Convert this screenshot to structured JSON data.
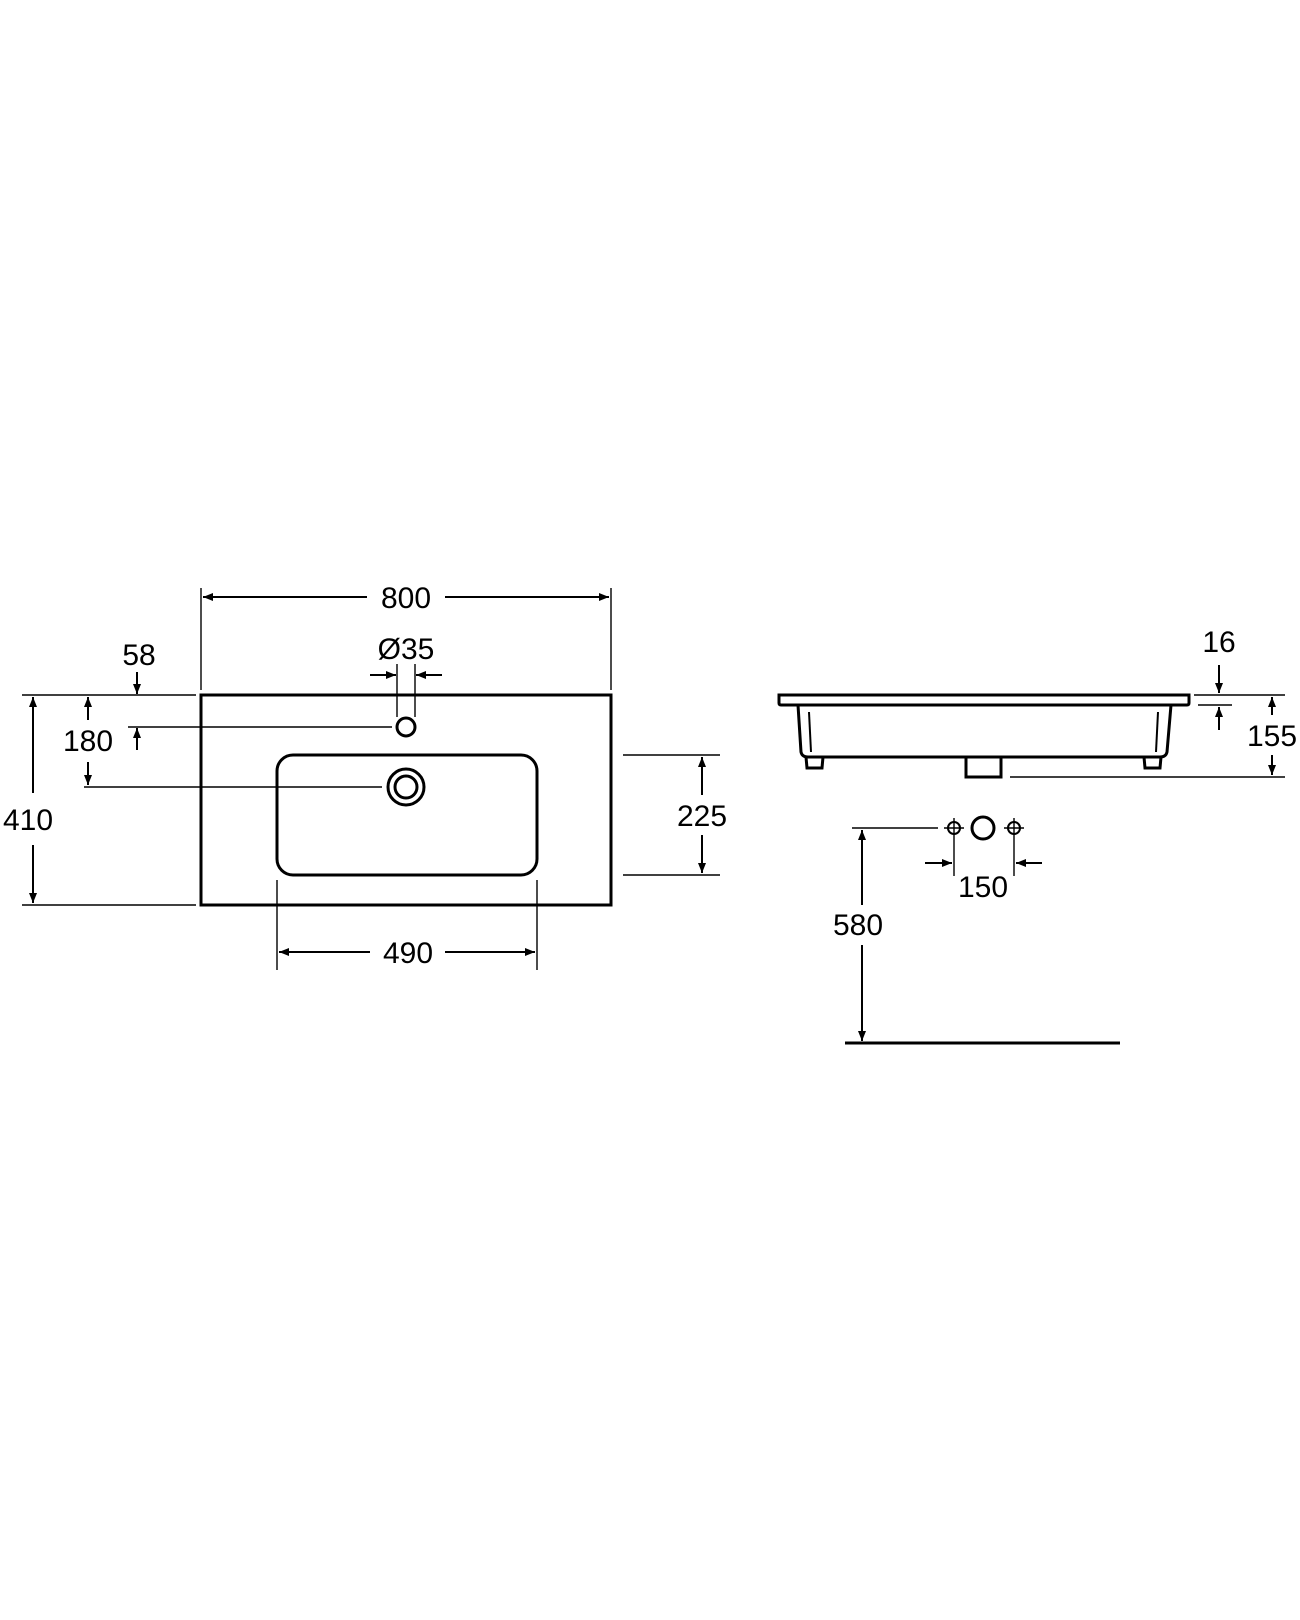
{
  "dimensions": {
    "width": "800",
    "faucet_hole": "Ø35",
    "hole_offset": "58",
    "drain_offset": "180",
    "depth": "410",
    "basin_depth": "225",
    "basin_width": "490",
    "rim_thickness": "16",
    "height": "155",
    "tap_spacing": "150",
    "mount_height": "580"
  }
}
